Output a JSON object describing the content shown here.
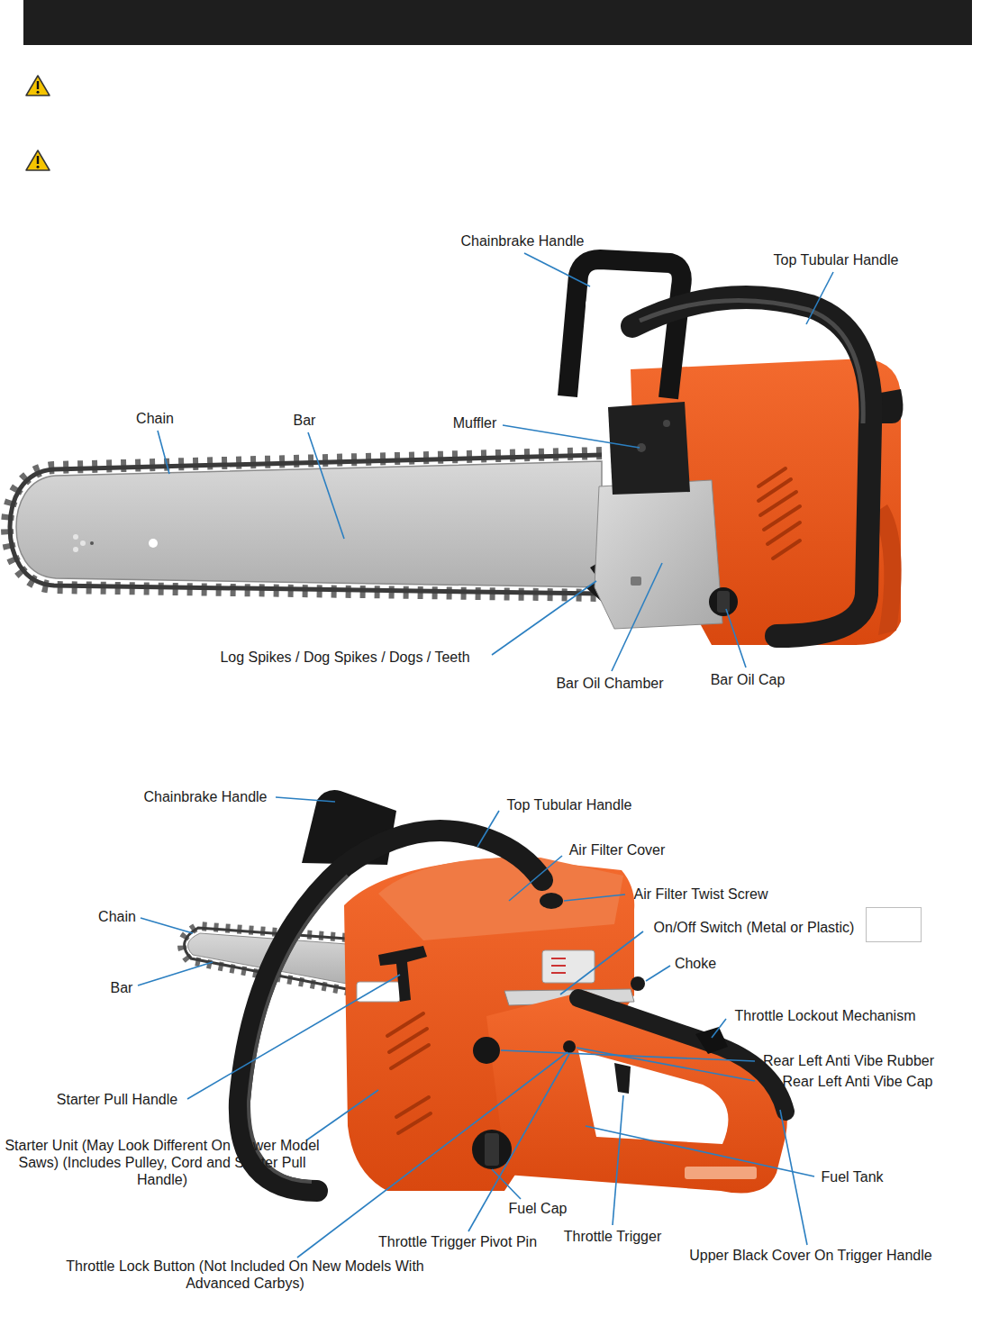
{
  "diagram": {
    "labels": [
      "Chainbrake Handle",
      "Top Tubular Handle",
      "Chain",
      "Bar",
      "Muffler",
      "Log Spikes / Dog Spikes / Dogs / Teeth",
      "Bar Oil Chamber",
      "Bar Oil Cap",
      "Chainbrake Handle",
      "Top Tubular Handle",
      "Air Filter Cover",
      "Air Filter Twist Screw",
      "Chain",
      "On/Off Switch (Metal or Plastic)",
      "Choke",
      "Bar",
      "Throttle Lockout Mechanism",
      "Rear Left Anti Vibe Rubber",
      "Rear Left Anti Vibe Cap",
      "Starter Pull Handle",
      "Starter Unit (May Look Different On Newer Model Saws) (Includes Pulley, Cord and Starter Pull Handle)",
      "Fuel Tank",
      "Fuel Cap",
      "Throttle Trigger Pivot Pin",
      "Throttle Trigger",
      "Throttle Lock Button (Not Included On New Models With Advanced Carbys)",
      "Upper Black Cover On Trigger Handle"
    ]
  }
}
